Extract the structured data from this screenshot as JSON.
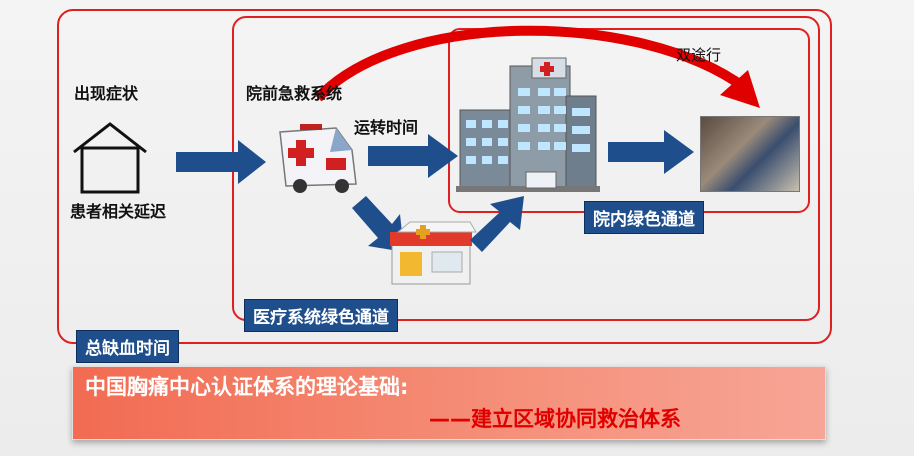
{
  "labels": {
    "symptom": "出现症状",
    "patient_delay": "患者相关延迟",
    "prehospital": "院前急救系统",
    "transport_time": "运转时间",
    "bidirectional": "双途行"
  },
  "badges": {
    "in_hospital": "院内绿色通道",
    "medical_system": "医疗系统绿色通道",
    "total_ischemia": "总缺血时间"
  },
  "banner": {
    "line1": "中国胸痛中心认证体系的理论基础:",
    "line2": "——建立区域协同救治体系"
  },
  "colors": {
    "frame": "#e02020",
    "arrow": "#1f4e8c",
    "badge": "#1f4e8c",
    "banner_text_red": "#e00000"
  },
  "icons": [
    "house-icon",
    "ambulance-icon",
    "clinic-icon",
    "hospital-icon",
    "cath-lab-photo"
  ]
}
